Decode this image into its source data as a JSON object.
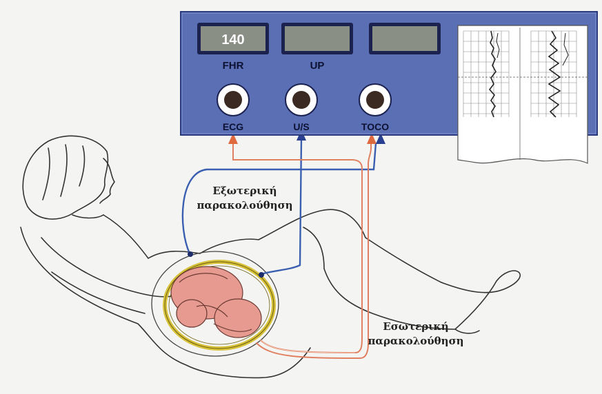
{
  "monitor": {
    "displays": [
      {
        "value": "140",
        "label": "FHR"
      },
      {
        "value": "",
        "label": "UP"
      },
      {
        "value": "",
        "label": ""
      }
    ],
    "ports": [
      "ECG",
      "U/S",
      "TOCO"
    ]
  },
  "labels": {
    "external_monitoring_line1": "Εξωτερική",
    "external_monitoring_line2": "παρακολούθηση",
    "internal_monitoring_line1": "Εσωτερική",
    "internal_monitoring_line2": "παρακολούθηση"
  },
  "colors": {
    "monitor_body": "#5b6fb5",
    "display_screen": "#8a8f86",
    "external_wire": "#3a5fb0",
    "internal_wire": "#e08060",
    "uterus_ring": "#d7c23a",
    "fetus": "#e79a8f"
  }
}
